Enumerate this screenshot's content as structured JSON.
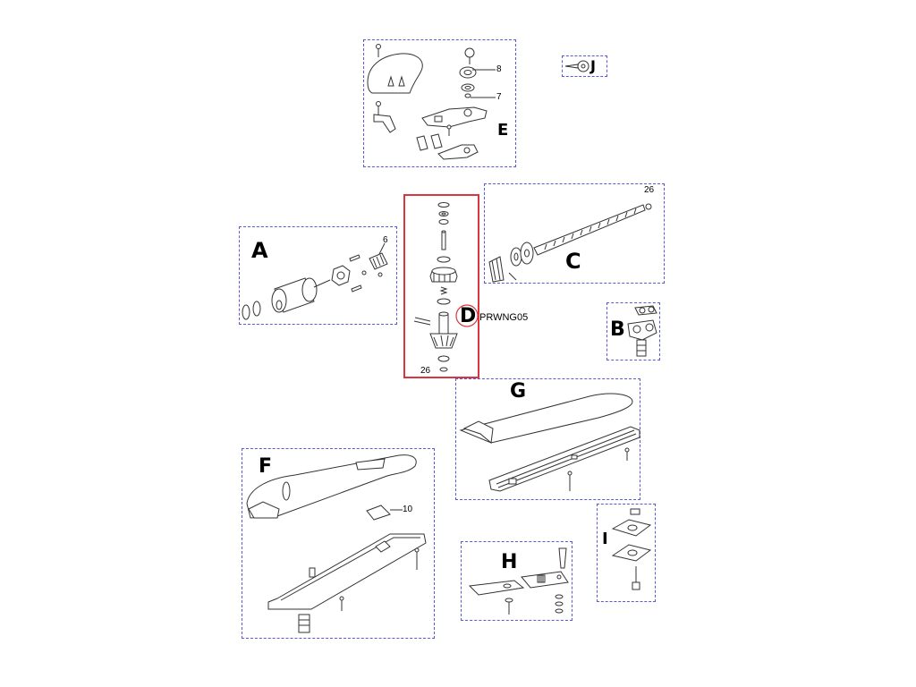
{
  "groups": [
    {
      "id": "A",
      "letter": "A",
      "part_numbers": [
        "6"
      ]
    },
    {
      "id": "B",
      "letter": "B",
      "part_numbers": []
    },
    {
      "id": "C",
      "letter": "C",
      "part_numbers": [
        "26"
      ]
    },
    {
      "id": "D",
      "letter": "D",
      "part_numbers": [
        "26"
      ],
      "selected": true,
      "code": "PRWNG05"
    },
    {
      "id": "E",
      "letter": "E",
      "part_numbers": [
        "8",
        "7"
      ]
    },
    {
      "id": "F",
      "letter": "F",
      "part_numbers": [
        "10"
      ]
    },
    {
      "id": "G",
      "letter": "G",
      "part_numbers": []
    },
    {
      "id": "H",
      "letter": "H",
      "part_numbers": []
    },
    {
      "id": "I",
      "letter": "I",
      "part_numbers": []
    },
    {
      "id": "J",
      "letter": "J",
      "part_numbers": []
    }
  ],
  "colors": {
    "box_border": "#5a5ad6",
    "selected_border": "#d9363e",
    "line_art": "#333333"
  }
}
